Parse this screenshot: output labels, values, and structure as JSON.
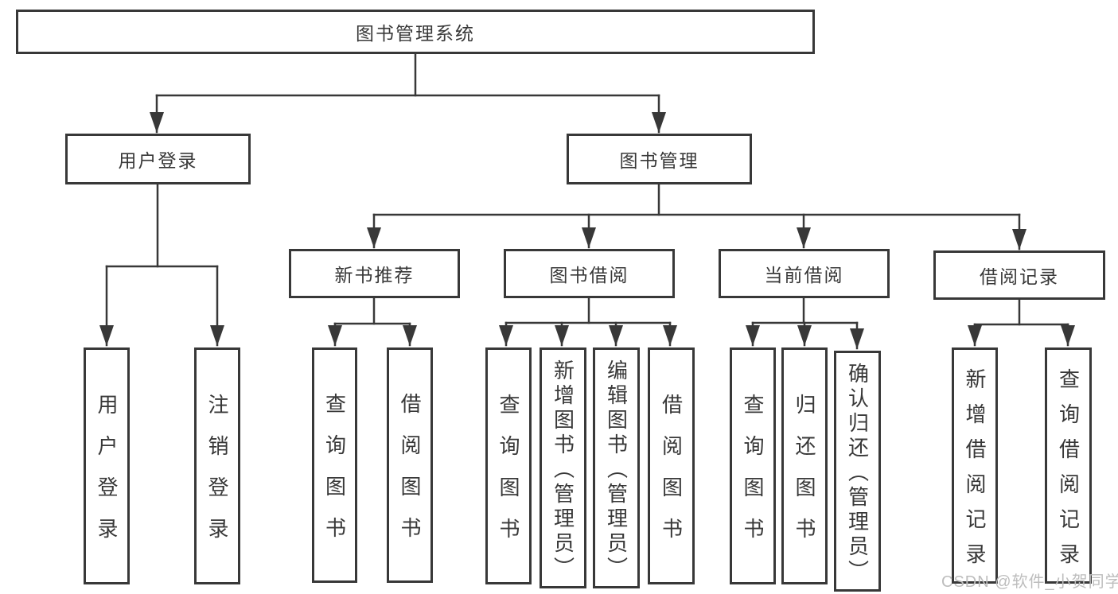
{
  "diagram": {
    "tree": {
      "label": "图书管理系统",
      "children": [
        {
          "label": "用户登录",
          "children": [
            {
              "label": "用户登录"
            },
            {
              "label": "注销登录"
            }
          ]
        },
        {
          "label": "图书管理",
          "children": [
            {
              "label": "新书推荐",
              "children": [
                {
                  "label": "查询图书"
                },
                {
                  "label": "借阅图书"
                }
              ]
            },
            {
              "label": "图书借阅",
              "children": [
                {
                  "label": "查询图书"
                },
                {
                  "label": "新增图书（管理员）"
                },
                {
                  "label": "编辑图书（管理员）"
                },
                {
                  "label": "借阅图书"
                }
              ]
            },
            {
              "label": "当前借阅",
              "children": [
                {
                  "label": "查询图书"
                },
                {
                  "label": "归还图书"
                },
                {
                  "label": "确认归还（管理员）"
                }
              ]
            },
            {
              "label": "借阅记录",
              "children": [
                {
                  "label": "新增借阅记录"
                },
                {
                  "label": "查询借阅记录"
                }
              ]
            }
          ]
        }
      ]
    },
    "colors": {
      "line": "#383838",
      "node_border": "#383838",
      "node_text": "#383838",
      "background": "#ffffff",
      "watermark": "#bdbdbd"
    },
    "watermark": {
      "text": "CSDN @软件_小贺同学"
    }
  }
}
